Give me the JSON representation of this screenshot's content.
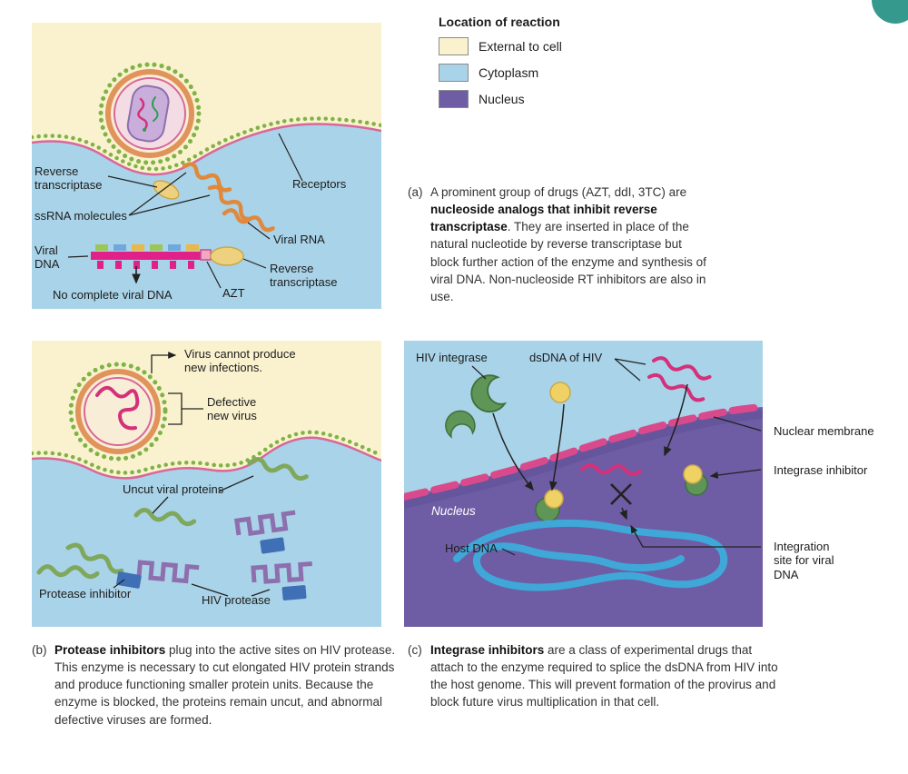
{
  "figure": {
    "corner_badge_color": "#35998D"
  },
  "legend": {
    "title": "Location of reaction",
    "items": [
      {
        "label": "External to cell",
        "color": "#FAF2CF"
      },
      {
        "label": "Cytoplasm",
        "color": "#A9D3E8"
      },
      {
        "label": "Nucleus",
        "color": "#6E5DA4"
      }
    ]
  },
  "panel_a": {
    "labels": {
      "reverse_transcriptase_top": "Reverse\ntranscriptase",
      "ssrna_molecules": "ssRNA molecules",
      "receptors": "Receptors",
      "viral_rna": "Viral RNA",
      "viral_dna": "Viral\nDNA",
      "reverse_transcriptase_bottom": "Reverse\ntranscriptase",
      "azt": "AZT",
      "no_complete_viral_dna": "No complete viral DNA"
    },
    "caption": {
      "prefix": "(a)",
      "lead": "A prominent group of drugs (AZT, ddI, 3TC) are ",
      "bold": "nucleoside analogs that inhibit reverse transcriptase",
      "rest": ". They are inserted in place of the natural nucleotide by reverse transcriptase but block further action of the enzyme and synthesis of viral DNA. Non-nucleoside RT inhibitors are also in use."
    }
  },
  "panel_b": {
    "labels": {
      "virus_cannot_produce": "Virus cannot produce\nnew infections.",
      "defective_new_virus": "Defective\nnew virus",
      "uncut_viral_proteins": "Uncut viral proteins",
      "protease_inhibitor": "Protease inhibitor",
      "hiv_protease": "HIV protease"
    },
    "caption": {
      "prefix": "(b)",
      "bold": "Protease inhibitors",
      "rest": " plug into the active sites on HIV protease. This enzyme is necessary to cut elongated HIV protein strands and produce functioning smaller protein units. Because the enzyme is blocked, the proteins remain uncut, and abnormal defective viruses are formed."
    }
  },
  "panel_c": {
    "labels": {
      "hiv_integrase": "HIV integrase",
      "dsdna_of_hiv": "dsDNA of HIV",
      "nuclear_membrane": "Nuclear membrane",
      "integrase_inhibitor": "Integrase inhibitor",
      "nucleus": "Nucleus",
      "host_dna": "Host DNA",
      "integration_site": "Integration\nsite for viral\nDNA"
    },
    "caption": {
      "prefix": "(c)",
      "bold": "Integrase inhibitors",
      "rest": " are a class of experimental drugs that attach to the enzyme required to splice the dsDNA from HIV into the host genome. This will prevent formation of the provirus and block future virus multiplication in that cell."
    }
  }
}
